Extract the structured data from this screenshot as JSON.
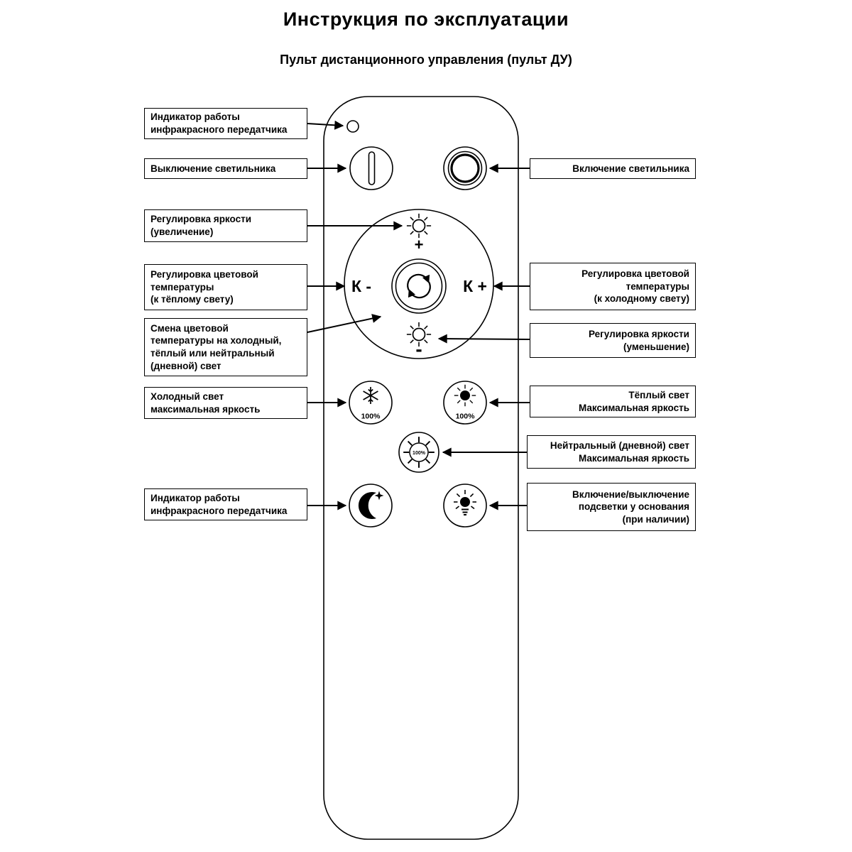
{
  "header": {
    "title": "Инструкция по эксплуатации",
    "subtitle": "Пульт дистанционного управления (пульт ДУ)"
  },
  "callouts_left": {
    "ir_indicator": "Индикатор работы\nинфракрасного передатчика",
    "power_off": "Выключение светильника",
    "brightness_up": "Регулировка яркости\n(увеличение)",
    "temp_warm": "Регулировка цветовой\nтемпературы\n(к тёплому свету)",
    "temp_switch": "Смена цветовой\nтемпературы на холодный,\nтёплый или нейтральный\n(дневной) свет",
    "cold_max": "Холодный свет\nмаксимальная яркость",
    "night": "Индикатор работы\nинфракрасного передатчика"
  },
  "callouts_right": {
    "power_on": "Включение светильника",
    "temp_cold": "Регулировка цветовой\nтемпературы\n(к холодному свету)",
    "brightness_down": "Регулировка яркости\n(уменьшение)",
    "warm_max": "Тёплый свет\nМаксимальная яркость",
    "neutral_max": "Нейтральный (дневной) свет\nМаксимальная яркость",
    "backlight": "Включение/выключение\nподсветки у основания\n(при наличии)"
  },
  "remote": {
    "k_minus": "К -",
    "k_plus": "К +",
    "plus": "+",
    "minus": "-",
    "cold_percent": "100%",
    "warm_percent": "100%",
    "neutral_percent": "100%"
  },
  "colors": {
    "line": "#000000",
    "background": "#ffffff"
  }
}
